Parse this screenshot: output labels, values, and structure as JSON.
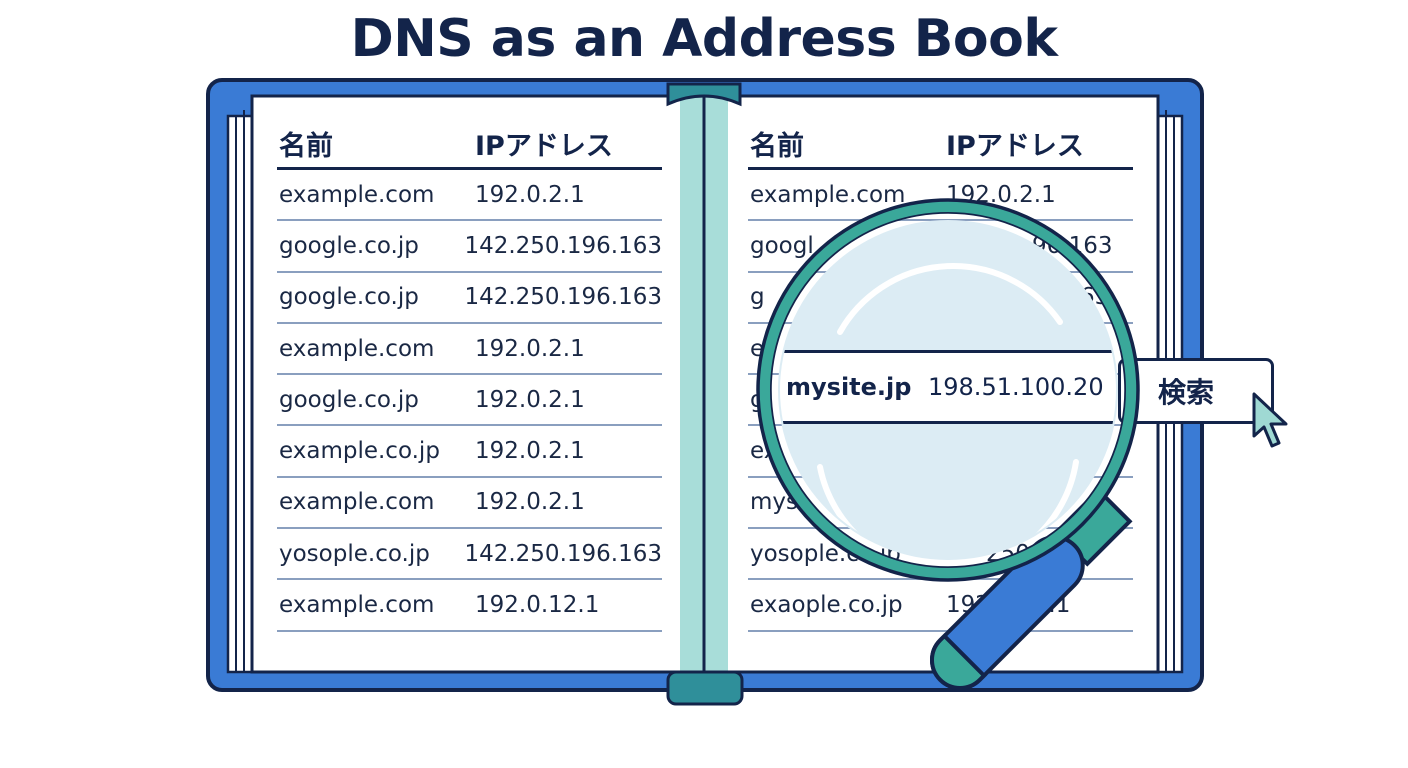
{
  "title": "DNS as an Address Book",
  "header": {
    "name": "名前",
    "ip": "IPアドレス"
  },
  "left_page": [
    {
      "name": "example.com",
      "ip": "192.0.2.1"
    },
    {
      "name": "google.co.jp",
      "ip": "142.250.196.163"
    },
    {
      "name": "google.co.jp",
      "ip": "142.250.196.163"
    },
    {
      "name": "example.com",
      "ip": "192.0.2.1"
    },
    {
      "name": "google.co.jp",
      "ip": "192.0.2.1"
    },
    {
      "name": "example.co.jp",
      "ip": "192.0.2.1"
    },
    {
      "name": "example.com",
      "ip": "192.0.2.1"
    },
    {
      "name": "yosople.co.jp",
      "ip": "142.250.196.163"
    },
    {
      "name": "example.com",
      "ip": "192.0.12.1"
    }
  ],
  "right_page": [
    {
      "name": "example.com",
      "ip": "192.0.2.1"
    },
    {
      "name": "googl",
      "ip": "96.163"
    },
    {
      "name": "g",
      "ip": "63"
    },
    {
      "name": "e",
      "ip": ""
    },
    {
      "name": "g",
      "ip": ""
    },
    {
      "name": "ex",
      "ip": ""
    },
    {
      "name": "mys",
      "ip": ""
    },
    {
      "name": "yosople.co.jp",
      "ip": "250.196."
    },
    {
      "name": "exaople.co.jp",
      "ip": "192.0.12.1"
    }
  ],
  "lens_result": {
    "name": "mysite.jp",
    "ip": "198.51.100.20"
  },
  "search_button": "検索",
  "colors": {
    "cover": "#3a7bd5",
    "spine": "#a8ddd9",
    "lens_ring": "#3aa89a",
    "handle": "#3a7bd5",
    "outline": "#13244a"
  },
  "icons": {
    "lens": "magnifier-icon",
    "cursor": "pointer-cursor-icon"
  }
}
